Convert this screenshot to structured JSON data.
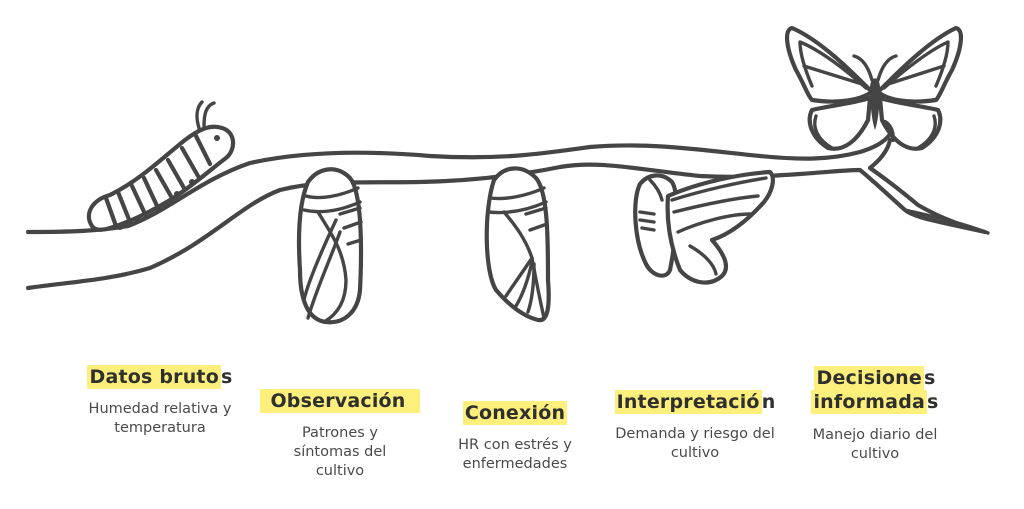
{
  "diagram": {
    "theme": "metamorphosis",
    "colors": {
      "stroke": "#454545",
      "highlight": "#fdef7b",
      "title_text": "#2f2f2f",
      "desc_text": "#4a4a4a",
      "background": "#ffffff"
    },
    "icons": [
      "caterpillar-icon",
      "chrysalis-icon",
      "chrysalis-icon",
      "emerging-butterfly-icon",
      "butterfly-icon",
      "branch-icon"
    ],
    "stages": [
      {
        "title_highlighted": "Datos bruto",
        "title_rest": "s",
        "description": "Humedad relativa y temperatura",
        "icon": "caterpillar-icon"
      },
      {
        "title_highlighted": "Observación",
        "title_rest": "",
        "description": "Patrones y síntomas del cultivo",
        "icon": "chrysalis-icon"
      },
      {
        "title_highlighted": "Conexión",
        "title_rest": "",
        "description": "HR con estrés y enfermedades",
        "icon": "chrysalis-icon"
      },
      {
        "title_highlighted": "Interpretació",
        "title_rest": "n",
        "description": "Demanda y riesgo del cultivo",
        "icon": "emerging-butterfly-icon"
      },
      {
        "title_highlighted_line1": "Decisione",
        "title_rest_line1": "s",
        "title_highlighted_line2": "informada",
        "title_rest_line2": "s",
        "description": "Manejo diario del cultivo",
        "icon": "butterfly-icon"
      }
    ]
  }
}
